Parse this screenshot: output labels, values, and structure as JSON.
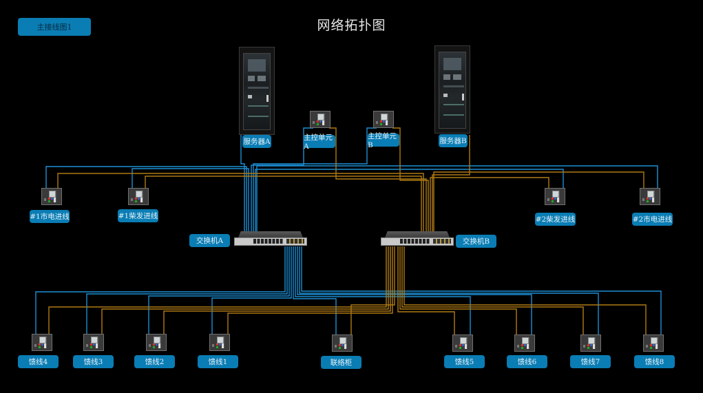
{
  "title": "网络拓扑图",
  "wiring_button": "主接线图1",
  "colors": {
    "background": "#000000",
    "label_bg": "#0a7db4",
    "network_a": "#1c8fd6",
    "network_b": "#b07a14"
  },
  "servers": [
    {
      "id": "server-a",
      "label": "服务器A"
    },
    {
      "id": "server-b",
      "label": "服务器B"
    }
  ],
  "main_controllers": [
    {
      "id": "ctrl-a",
      "label": "主控单元A"
    },
    {
      "id": "ctrl-b",
      "label": "主控单元B"
    }
  ],
  "switches": [
    {
      "id": "switch-a",
      "label": "交换机A",
      "network": "A"
    },
    {
      "id": "switch-b",
      "label": "交换机B",
      "network": "B"
    }
  ],
  "incoming_lines": [
    {
      "id": "in1",
      "label": "#1市电进线"
    },
    {
      "id": "in2",
      "label": "#1柴发进线"
    },
    {
      "id": "in3",
      "label": "#2柴发进线"
    },
    {
      "id": "in4",
      "label": "#2市电进线"
    }
  ],
  "feeders": [
    {
      "id": "f4",
      "label": "馈线4"
    },
    {
      "id": "f3",
      "label": "馈线3"
    },
    {
      "id": "f2",
      "label": "馈线2"
    },
    {
      "id": "f1",
      "label": "馈线1"
    },
    {
      "id": "tie",
      "label": "联络柜"
    },
    {
      "id": "f5",
      "label": "馈线5"
    },
    {
      "id": "f6",
      "label": "馈线6"
    },
    {
      "id": "f7",
      "label": "馈线7"
    },
    {
      "id": "f8",
      "label": "馈线8"
    }
  ]
}
